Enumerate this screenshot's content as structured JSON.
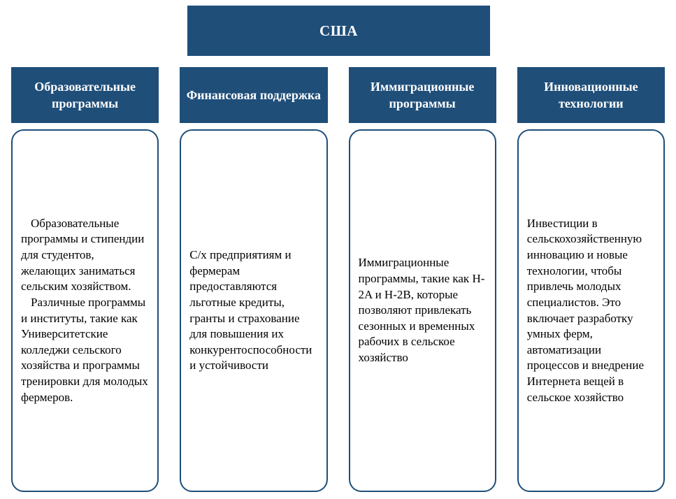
{
  "root": {
    "label": "США"
  },
  "columns": [
    {
      "header": "Образовательные программы",
      "paragraphs": [
        "Образовательные программы и стипендии для студентов, желающих заниматься сельским хозяйством.",
        "Различные программы и институты, такие как Университетские колледжи сельского хозяйства и программы тренировки для молодых фермеров."
      ]
    },
    {
      "header": "Финансовая поддержка",
      "paragraphs": [
        "С/х предприятиям и фермерам предоставляются льготные кредиты, гранты и страхование для повышения их конкурентоспособности и устойчивости"
      ]
    },
    {
      "header": "Иммиграционные программы",
      "paragraphs": [
        "Иммиграционные программы, такие как H-2A и H-2B, которые позволяют привлекать сезонных и временных рабочих в сельское хозяйство"
      ]
    },
    {
      "header": "Инновационные технологии",
      "paragraphs": [
        "Инвестиции в сельскохозяйственную инновацию и новые технологии, чтобы привлечь молодых специалистов. Это включает разработку умных ферм, автоматизации процессов и внедрение Интернета вещей в сельское хозяйство"
      ]
    }
  ],
  "colors": {
    "primary": "#1F4E79"
  }
}
